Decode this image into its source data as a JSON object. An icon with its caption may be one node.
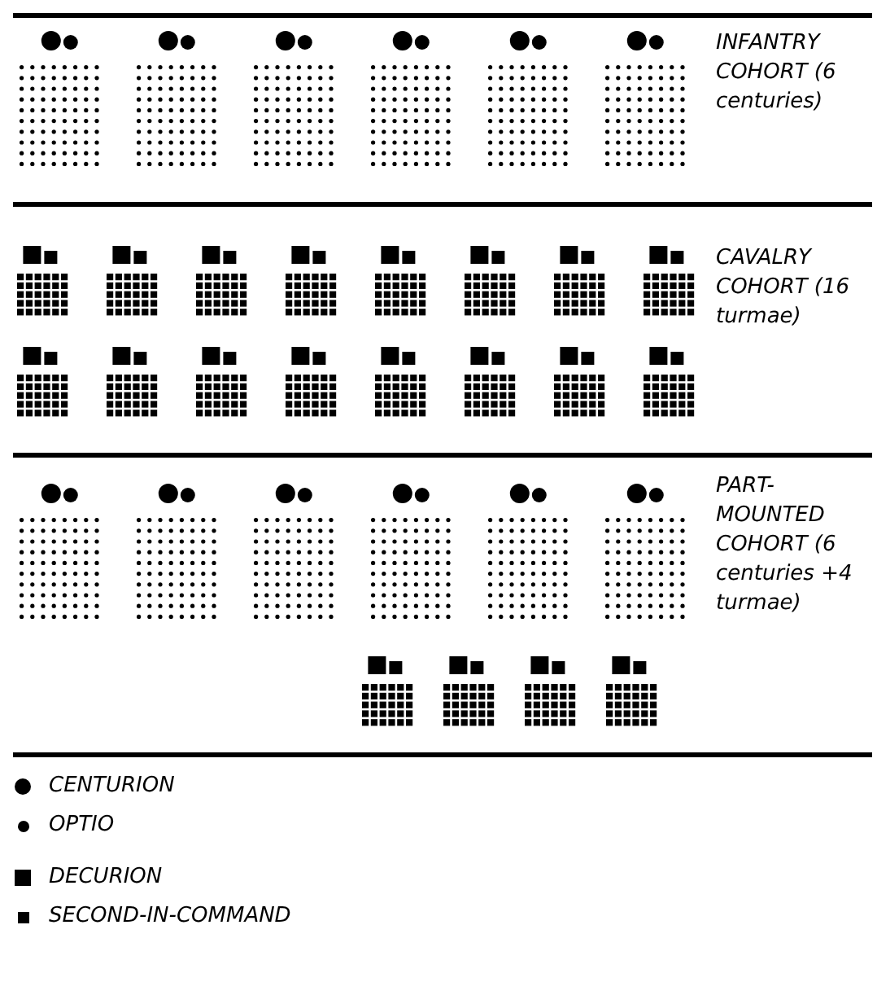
{
  "diagram": {
    "labels": [
      "INFANTRY COHORT (6 centuries)",
      "CAVALRY COHORT (16 turmae)",
      "PART-MOUNTED COHORT (6 centuries +4 turmae)"
    ],
    "legend": [
      {
        "text": "CENTURION"
      },
      {
        "text": "OPTIO"
      },
      {
        "text": "DECURION"
      },
      {
        "text": "SECOND-IN-COMMAND"
      }
    ]
  }
}
